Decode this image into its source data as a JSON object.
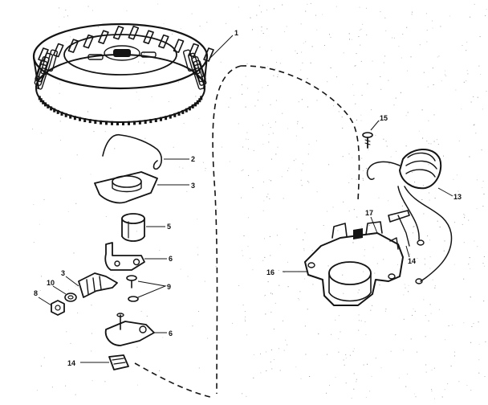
{
  "colors": {
    "ink": "#141414",
    "background": "#ffffff"
  },
  "parts": {
    "flywheel": {
      "number": "1",
      "icon": "flywheel-icon"
    },
    "spring": {
      "number": "2",
      "icon": "spring-icon"
    },
    "plate": {
      "number": "3",
      "icon": "plate-icon"
    },
    "bushing": {
      "number": "5",
      "icon": "bushing-icon"
    },
    "bracket": {
      "number": "6",
      "icon": "bracket-icon"
    },
    "screws": {
      "number": "9",
      "icon": "screw-icon"
    },
    "arm": {
      "number": "3",
      "icon": "arm-icon"
    },
    "washer": {
      "number": "10",
      "icon": "washer-icon"
    },
    "nut": {
      "number": "8",
      "icon": "nut-icon"
    },
    "mount": {
      "number": "6",
      "icon": "mount-icon"
    },
    "clip": {
      "number": "14",
      "icon": "clip-icon"
    },
    "screw_top": {
      "number": "15",
      "icon": "screw-icon"
    },
    "coil": {
      "number": "13",
      "icon": "coil-icon"
    },
    "housing": {
      "number": "16",
      "icon": "housing-icon"
    },
    "tab": {
      "number": "17",
      "icon": "tab-icon"
    },
    "connector": {
      "number": "14",
      "icon": "connector-icon"
    }
  }
}
